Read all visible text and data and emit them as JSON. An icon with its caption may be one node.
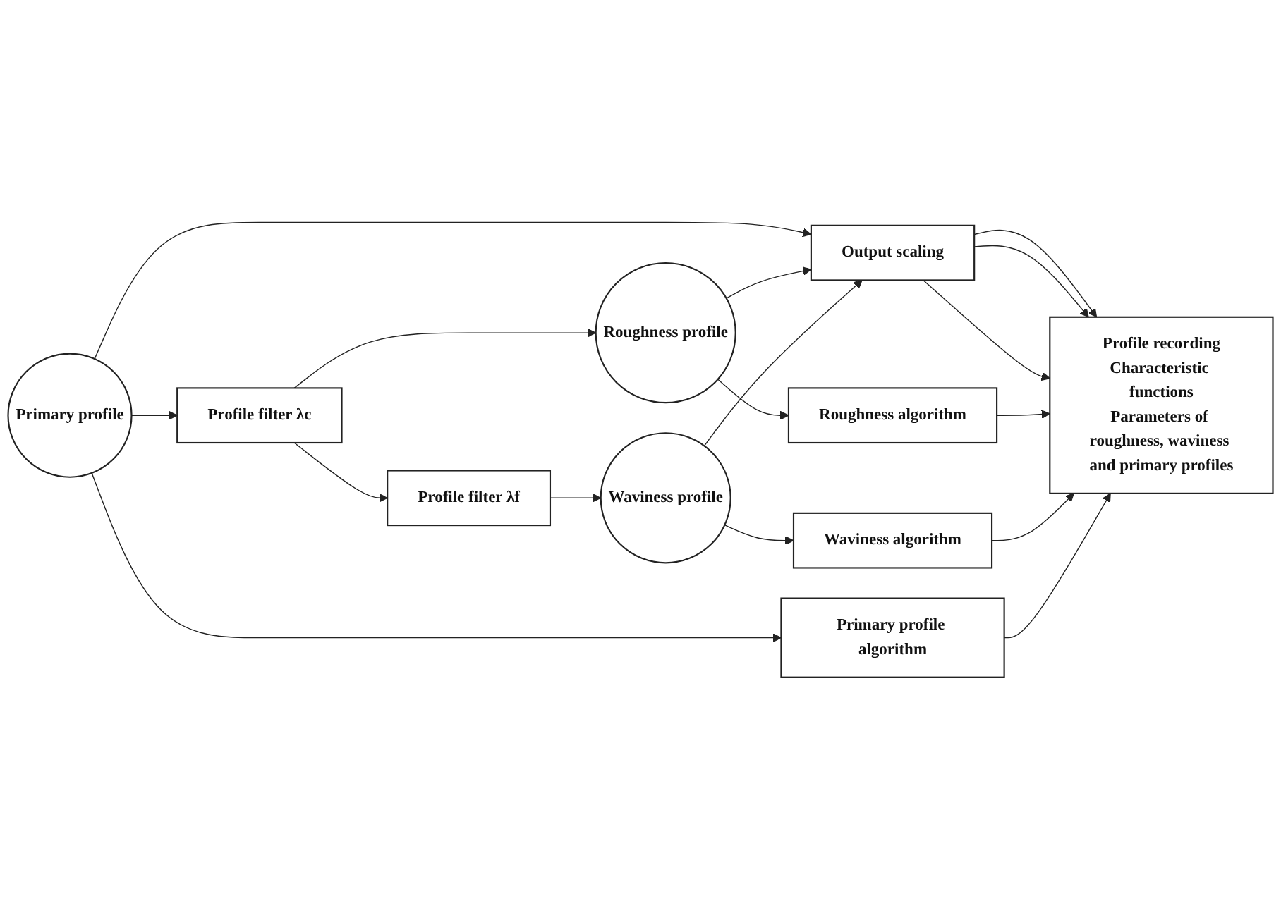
{
  "diagram": {
    "nodes": [
      {
        "text": [
          "Primary profile"
        ]
      },
      {
        "text": [
          "Profile filter λc"
        ]
      },
      {
        "text": [
          "Roughness profile"
        ]
      },
      {
        "text": [
          "Profile filter λf"
        ]
      },
      {
        "text": [
          "Waviness profile"
        ]
      },
      {
        "text": [
          "Output scaling"
        ]
      },
      {
        "text": [
          "Roughness algorithm"
        ]
      },
      {
        "text": [
          "Waviness algorithm"
        ]
      },
      {
        "text": [
          "Profile recording",
          "Characteristic functions",
          "Parameters of roughness, waviness and primary profiles"
        ]
      },
      {
        "text": [
          "Primary profile algorithm"
        ]
      }
    ],
    "edges": [
      {
        "from": 0,
        "to": 5,
        "arrow": "to"
      },
      {
        "from": 0,
        "to": 1,
        "arrow": "to"
      },
      {
        "from": 0,
        "to": 9,
        "arrow": "to"
      },
      {
        "from": 1,
        "to": 2,
        "arrow": "to"
      },
      {
        "from": 1,
        "to": 3,
        "arrow": "to"
      },
      {
        "from": 3,
        "to": 4,
        "arrow": "to"
      },
      {
        "from": 2,
        "to": 5,
        "arrow": "to"
      },
      {
        "from": 2,
        "to": 6,
        "arrow": "to"
      },
      {
        "from": 4,
        "to": 5,
        "arrow": "to"
      },
      {
        "from": 4,
        "to": 7,
        "arrow": "to"
      },
      {
        "from": 5,
        "to": 8,
        "arrow": "to"
      },
      {
        "from": 5,
        "to": 8,
        "arrow": "to"
      },
      {
        "from": 5,
        "to": 8,
        "arrow": "to"
      },
      {
        "from": 6,
        "to": 8,
        "arrow": "to"
      },
      {
        "from": 7,
        "to": 8,
        "arrow": "to"
      },
      {
        "from": 9,
        "to": 8,
        "arrow": "to"
      }
    ]
  }
}
